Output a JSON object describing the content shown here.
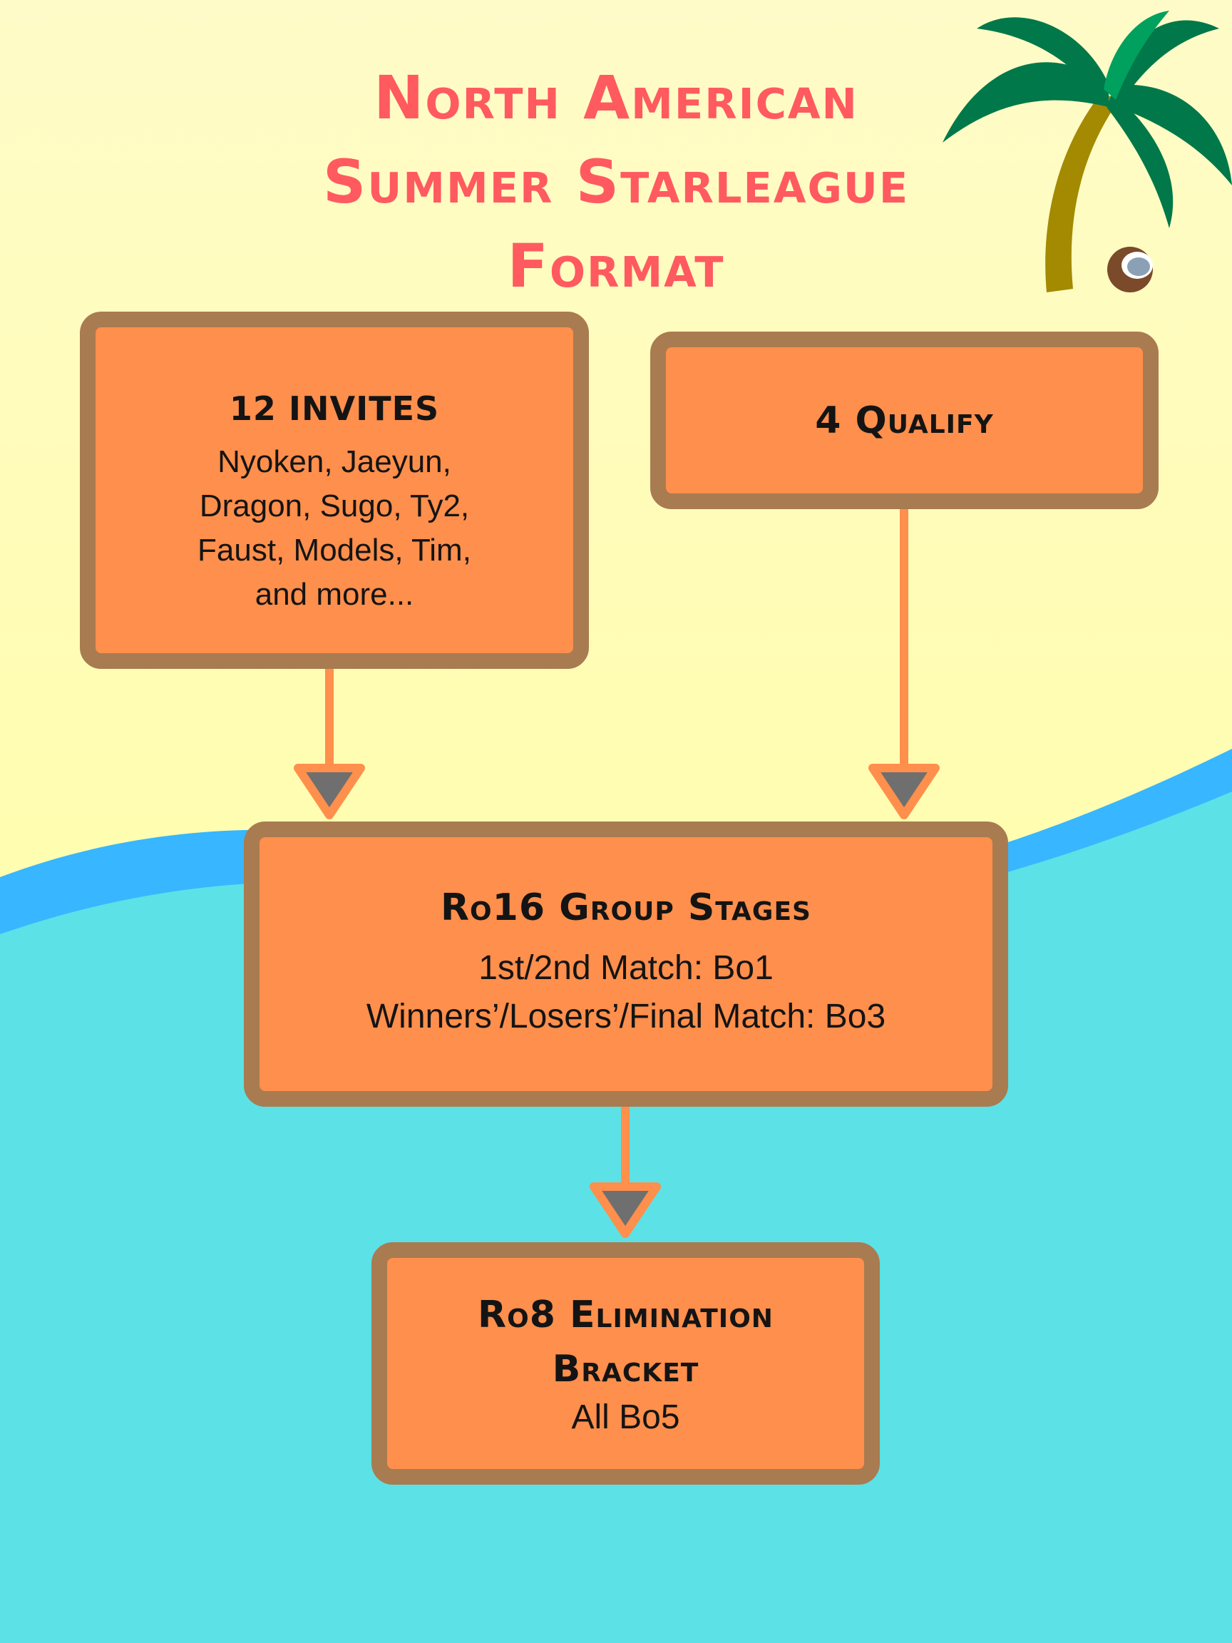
{
  "title": {
    "line1": "North American",
    "line2": "Summer Starleague",
    "line3": "Format"
  },
  "boxes": {
    "invites": {
      "heading": "12 INVITES",
      "lines": [
        "Nyoken, Jaeyun,",
        "Dragon, Sugo, Ty2,",
        "Faust, Models, Tim,",
        "and more..."
      ]
    },
    "qualify": {
      "heading": "4 Qualify"
    },
    "groups": {
      "heading": "Ro16 Group Stages",
      "lines": [
        "1st/2nd Match: Bo1",
        "Winners’/Losers’/Final Match: Bo3"
      ]
    },
    "bracket": {
      "heading_lines": [
        "Ro8 Elimination",
        "Bracket"
      ],
      "detail": "All Bo5"
    }
  },
  "colors": {
    "title": "#FF5A5F",
    "box_fill": "#FF8F4C",
    "box_border": "#A97B50",
    "arrow": "#FF8F4C",
    "arrowhead": "#6F6F6F",
    "sky_top": "#FFFBC8",
    "sky_bottom": "#FFFF99",
    "water": "#5CE1E6",
    "wave": "#38B6FF",
    "palm_leaves": "#00784A",
    "palm_trunk": "#A38A00"
  },
  "icons": [
    "palm-tree-icon",
    "coconut-icon"
  ]
}
